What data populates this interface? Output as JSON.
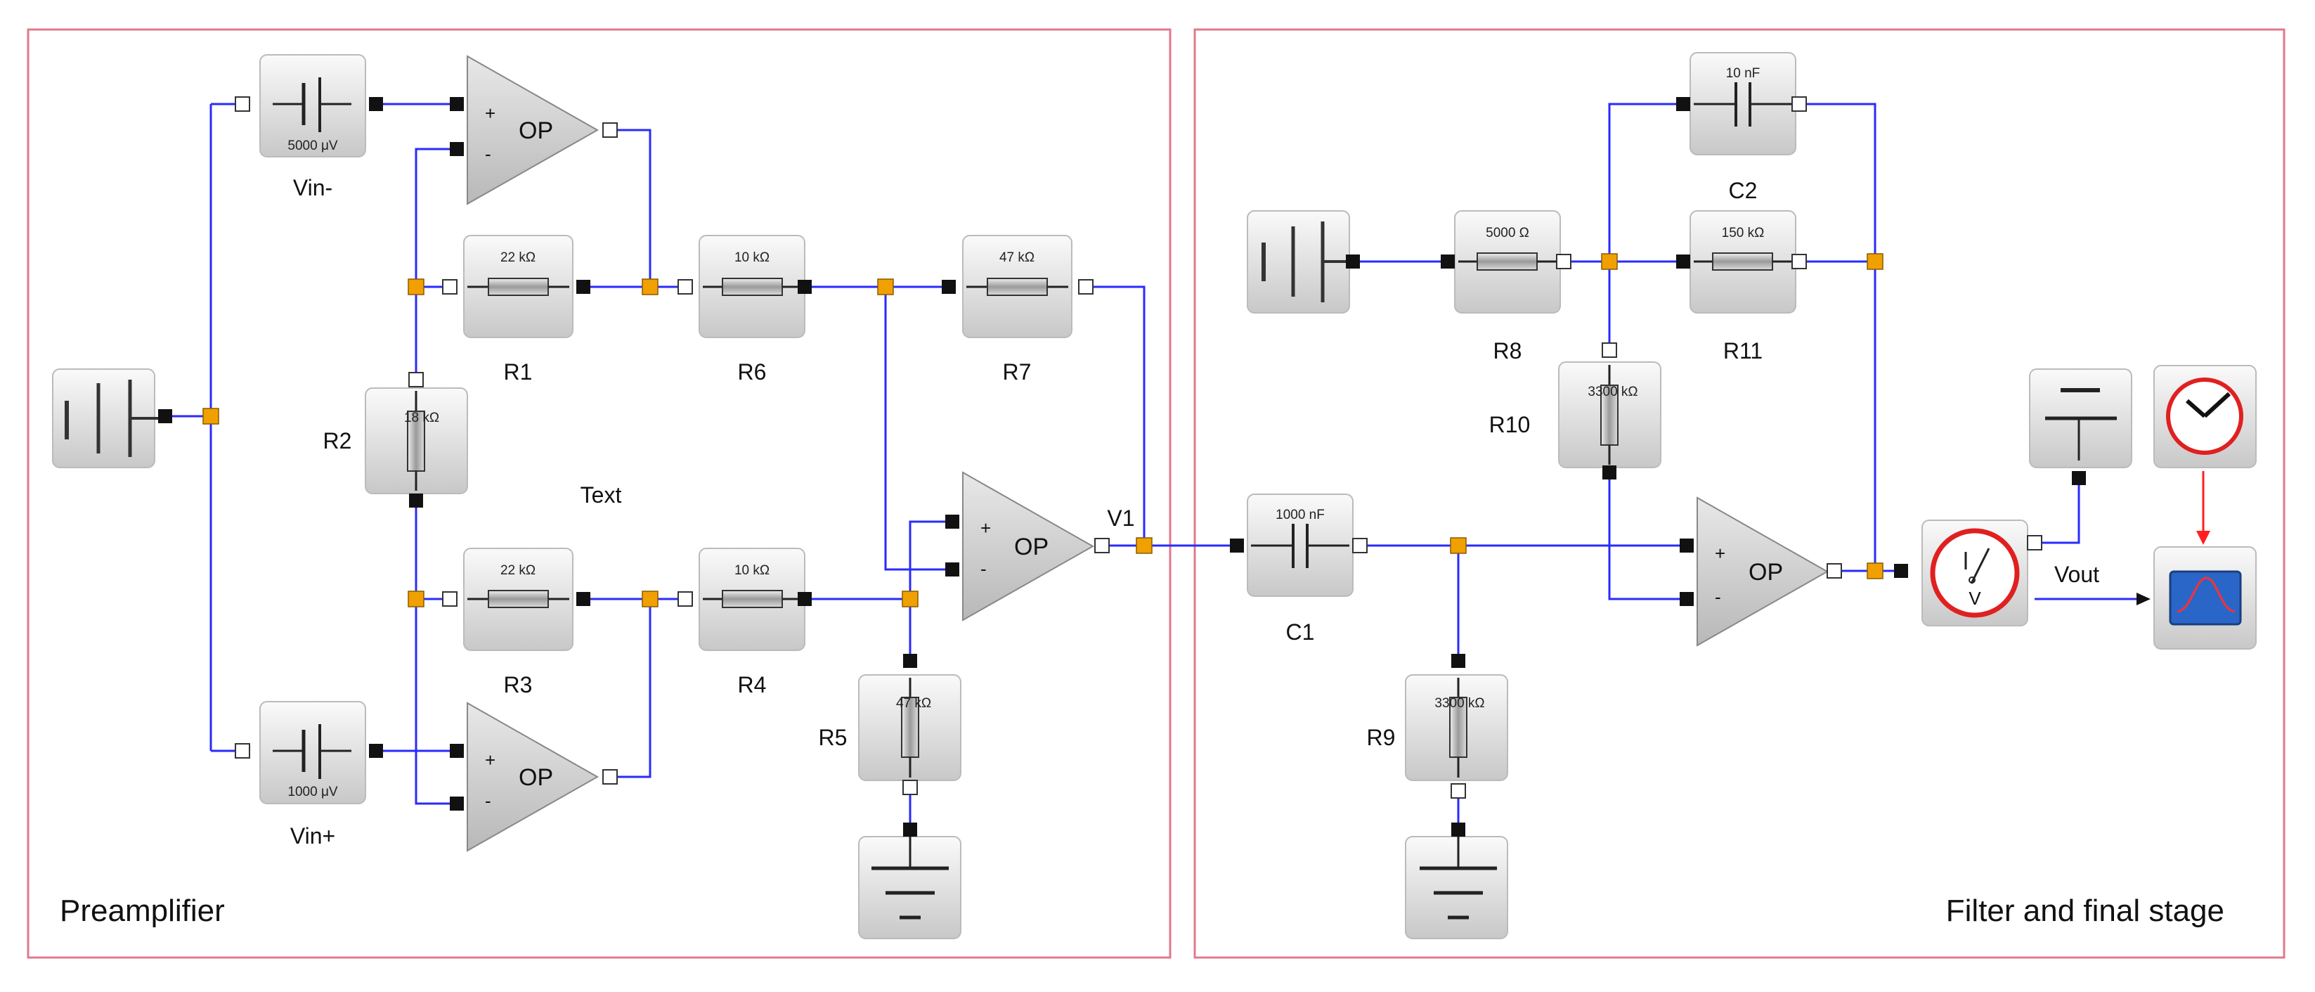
{
  "regions": {
    "preamplifier": "Preamplifier",
    "filter": "Filter and final stage"
  },
  "labels": {
    "text": "Text",
    "v1": "V1",
    "vout": "Vout",
    "op": "OP",
    "plus": "+",
    "minus": "-"
  },
  "sources": {
    "vin_minus": {
      "name": "Vin-",
      "value": "5000 μV"
    },
    "vin_plus": {
      "name": "Vin+",
      "value": "1000 μV"
    }
  },
  "resistors": {
    "R1": {
      "name": "R1",
      "value": "22 kΩ"
    },
    "R2": {
      "name": "R2",
      "value": "18 kΩ"
    },
    "R3": {
      "name": "R3",
      "value": "22 kΩ"
    },
    "R4": {
      "name": "R4",
      "value": "10 kΩ"
    },
    "R5": {
      "name": "R5",
      "value": "47 kΩ"
    },
    "R6": {
      "name": "R6",
      "value": "10 kΩ"
    },
    "R7": {
      "name": "R7",
      "value": "47 kΩ"
    },
    "R8": {
      "name": "R8",
      "value": "5000 Ω"
    },
    "R9": {
      "name": "R9",
      "value": "3300 kΩ"
    },
    "R10": {
      "name": "R10",
      "value": "3300 kΩ"
    },
    "R11": {
      "name": "R11",
      "value": "150 kΩ"
    }
  },
  "capacitors": {
    "C1": {
      "name": "C1",
      "value": "1000 nF"
    },
    "C2": {
      "name": "C2",
      "value": "10 nF"
    }
  },
  "colors": {
    "wire": "#2a2aff",
    "frame": "#e07a8c",
    "node": "#f0a000",
    "event": "#ff2020"
  }
}
